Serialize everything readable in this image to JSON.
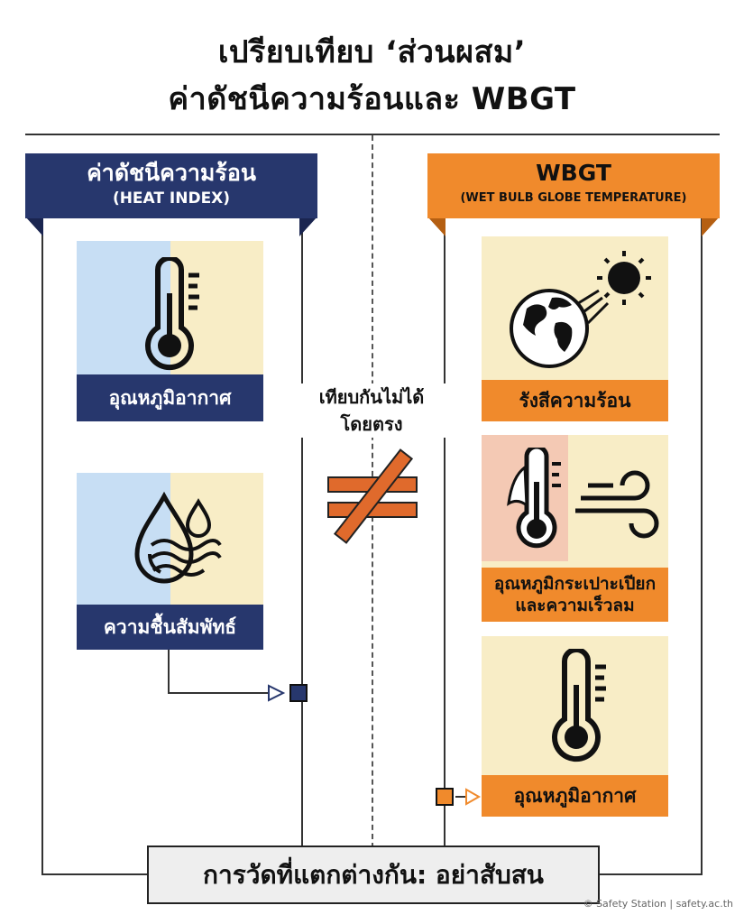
{
  "title": {
    "line1": "เปรียบเทียบ ‘ส่วนผสม’",
    "line2": "ค่าดัชนีความร้อนและ WBGT"
  },
  "left_panel": {
    "title": "ค่าดัชนีความร้อน",
    "subtitle": "(HEAT INDEX)",
    "color": "#27376d",
    "items": [
      {
        "label": "อุณหภูมิอากาศ",
        "icon": "thermometer-icon"
      },
      {
        "label": "ความชื้นสัมพัทธ์",
        "icon": "humidity-drop-icon"
      }
    ]
  },
  "right_panel": {
    "title": "WBGT",
    "subtitle": "(WET BULB GLOBE TEMPERATURE)",
    "color": "#f08a2c",
    "items": [
      {
        "label": "รังสีความร้อน",
        "icon": "sun-globe-radiation-icon"
      },
      {
        "label_line1": "อุณหภูมิกระเปาะเปียก",
        "label_line2": "และความเร็วลม",
        "icon": "wet-bulb-wind-icon"
      },
      {
        "label": "อุณหภูมิอากาศ",
        "icon": "thermometer-icon"
      }
    ]
  },
  "center": {
    "line1": "เทียบกันไม่ได้",
    "line2": "โดยตรง",
    "symbol": "not-equal-icon"
  },
  "footer": "การวัดที่แตกต่างกัน: อย่าสับสน",
  "credit": "© Safety Station | safety.ac.th",
  "colors": {
    "navy": "#27376d",
    "orange": "#f08a2c",
    "light_blue": "#c7def4",
    "light_yellow": "#f8edc6",
    "light_pink": "#f4c9b4"
  }
}
